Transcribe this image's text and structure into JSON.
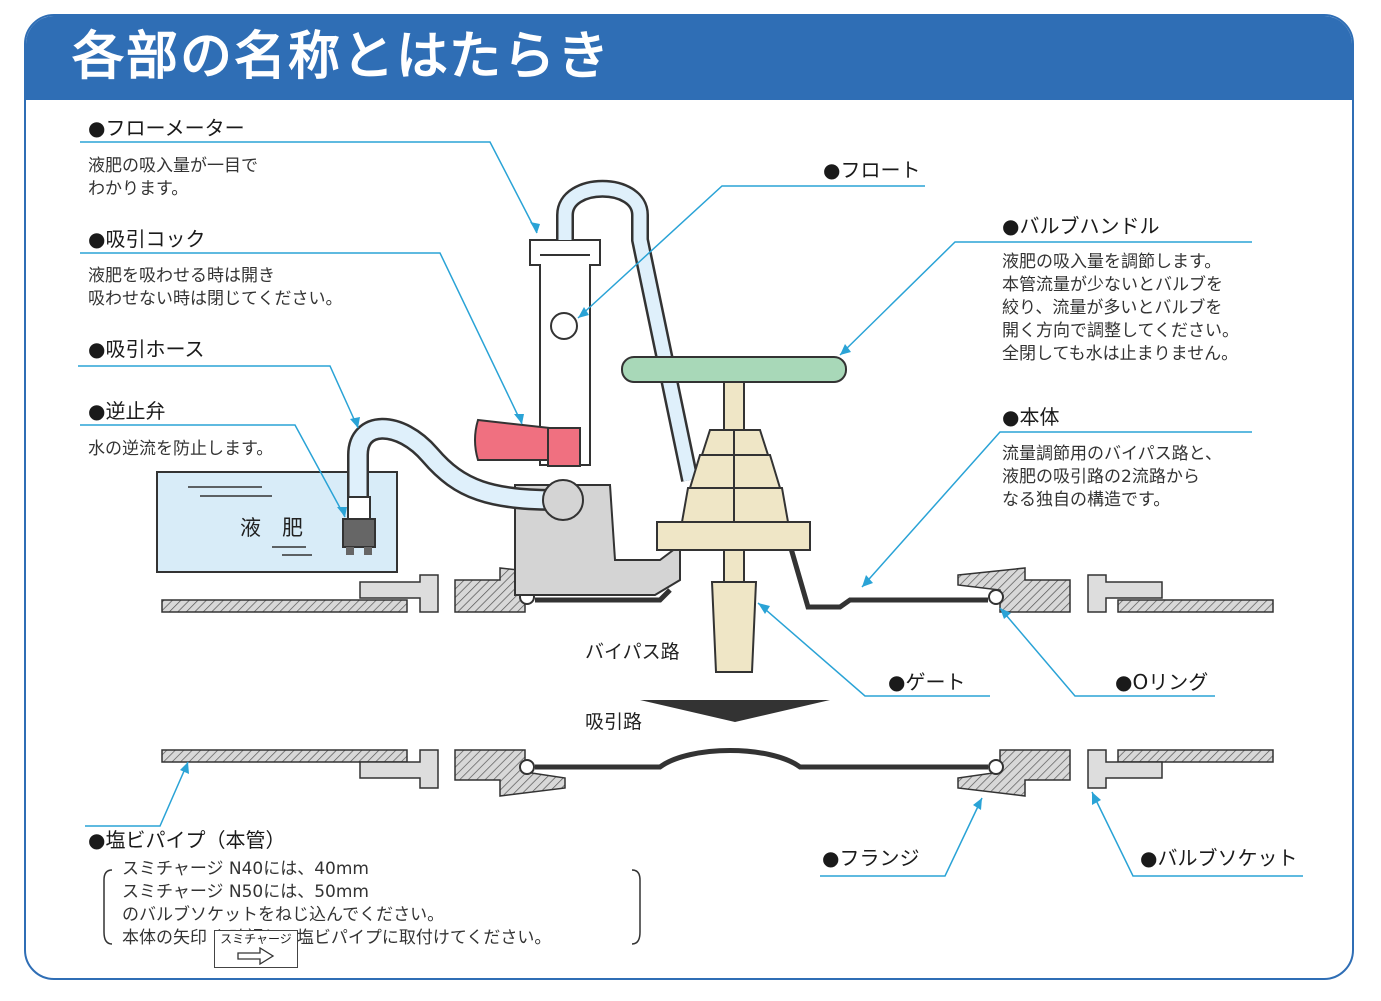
{
  "header": {
    "title": "各部の名称とはたらき"
  },
  "parts": {
    "flowmeter": {
      "label": "●フローメーター",
      "desc": "液肥の吸入量が一目で\nわかります。"
    },
    "suction_cock": {
      "label": "●吸引コック",
      "desc": "液肥を吸わせる時は開き\n吸わせない時は閉じてください。"
    },
    "suction_hose": {
      "label": "●吸引ホース"
    },
    "check_valve": {
      "label": "●逆止弁",
      "desc": "水の逆流を防止します。"
    },
    "float": {
      "label": "●フロート"
    },
    "valve_handle": {
      "label": "●バルブハンドル",
      "desc": "液肥の吸入量を調節します。\n本管流量が少ないとバルブを\n絞り、流量が多いとバルブを\n開く方向で調整してください。\n全閉しても水は止まりません。"
    },
    "body": {
      "label": "●本体",
      "desc": "流量調節用のバイパス路と、\n液肥の吸引路の2流路から\nなる独自の構造です。"
    },
    "gate": {
      "label": "●ゲート"
    },
    "o_ring": {
      "label": "●Oリング"
    },
    "pvc_pipe": {
      "label": "●塩ビパイプ（本管）",
      "desc": "スミチャージ N40には、40mm\nスミチャージ N50には、50mm\nのバルブソケットをねじ込んでください。\n本体の矢印                    を確認して塩ビパイプに取付けてください。"
    },
    "flange": {
      "label": "●フランジ"
    },
    "valve_socket": {
      "label": "●バルブソケット"
    }
  },
  "tank_label": "液　肥",
  "bypass_label": "バイパス路",
  "suction_path_label": "吸引路",
  "arrow_stamp": "スミチャージ",
  "colors": {
    "accent": "#2f6eb5",
    "leader": "#2aa3d6",
    "red": "#f07080",
    "green": "#a8d8b8",
    "beige": "#efe6c6",
    "water": "#d8ecf8"
  }
}
